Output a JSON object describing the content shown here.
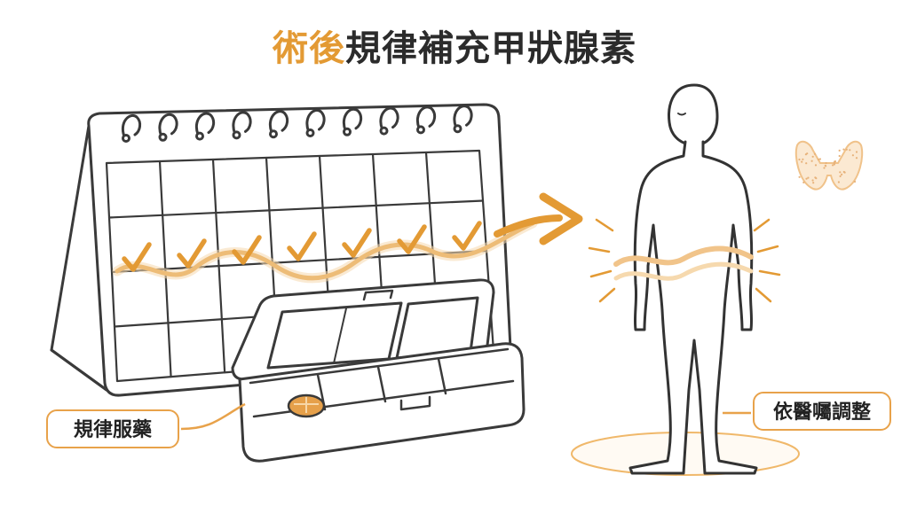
{
  "title": {
    "accent": "術後",
    "rest": "規律補充甲狀腺素"
  },
  "labels": {
    "medicine": "規律服藥",
    "doctor": "依醫囑調整"
  },
  "colors": {
    "accent": "#e39a34",
    "line": "#3a3a3a",
    "wave_light": "#f1c48a"
  },
  "icons": {
    "calendar": "calendar-icon",
    "pill_box": "pill-box-icon",
    "pill": "pill-icon",
    "person": "person-silhouette-icon",
    "thyroid": "thyroid-icon",
    "arrow": "arrow-right-icon",
    "checkmark": "checkmark-icon"
  },
  "checkmark_count": 7
}
